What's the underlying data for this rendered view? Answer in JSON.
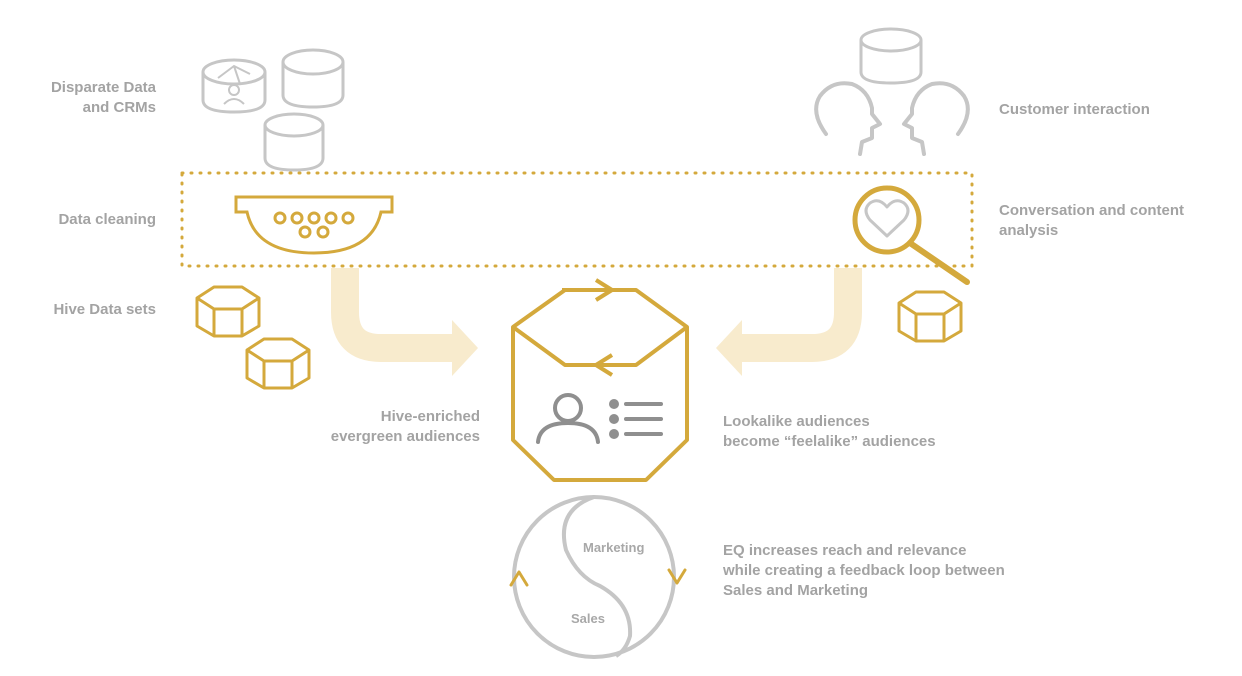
{
  "labels": {
    "disparate_data_line1": "Disparate Data",
    "disparate_data_line2": "and CRMs",
    "customer_interaction": "Customer interaction",
    "data_cleaning": "Data cleaning",
    "conversation_line1": "Conversation and content",
    "conversation_line2": "analysis",
    "hive_data_sets": "Hive Data sets",
    "hive_enriched_line1": "Hive-enriched",
    "hive_enriched_line2": "evergreen audiences",
    "lookalike_line1": "Lookalike audiences",
    "lookalike_line2": "become “feelalike” audiences",
    "eq_line1": "EQ increases reach and relevance",
    "eq_line2": "while creating a feedback loop between",
    "eq_line3": "Sales and Marketing",
    "marketing": "Marketing",
    "sales": "Sales"
  },
  "colors": {
    "gold": "#d4a93c",
    "gray": "#c6c6c6",
    "dark_gray": "#8f8f8f",
    "pale_gold": "#f8ebcd",
    "label_gray": "#a3a3a3"
  },
  "icons": [
    "database-icon",
    "database-user-icon",
    "sieve-icon",
    "hexagon-prism-icon",
    "customer-heads-icon",
    "magnifier-heart-icon",
    "audience-profile-icon",
    "feedback-loop-icon"
  ]
}
